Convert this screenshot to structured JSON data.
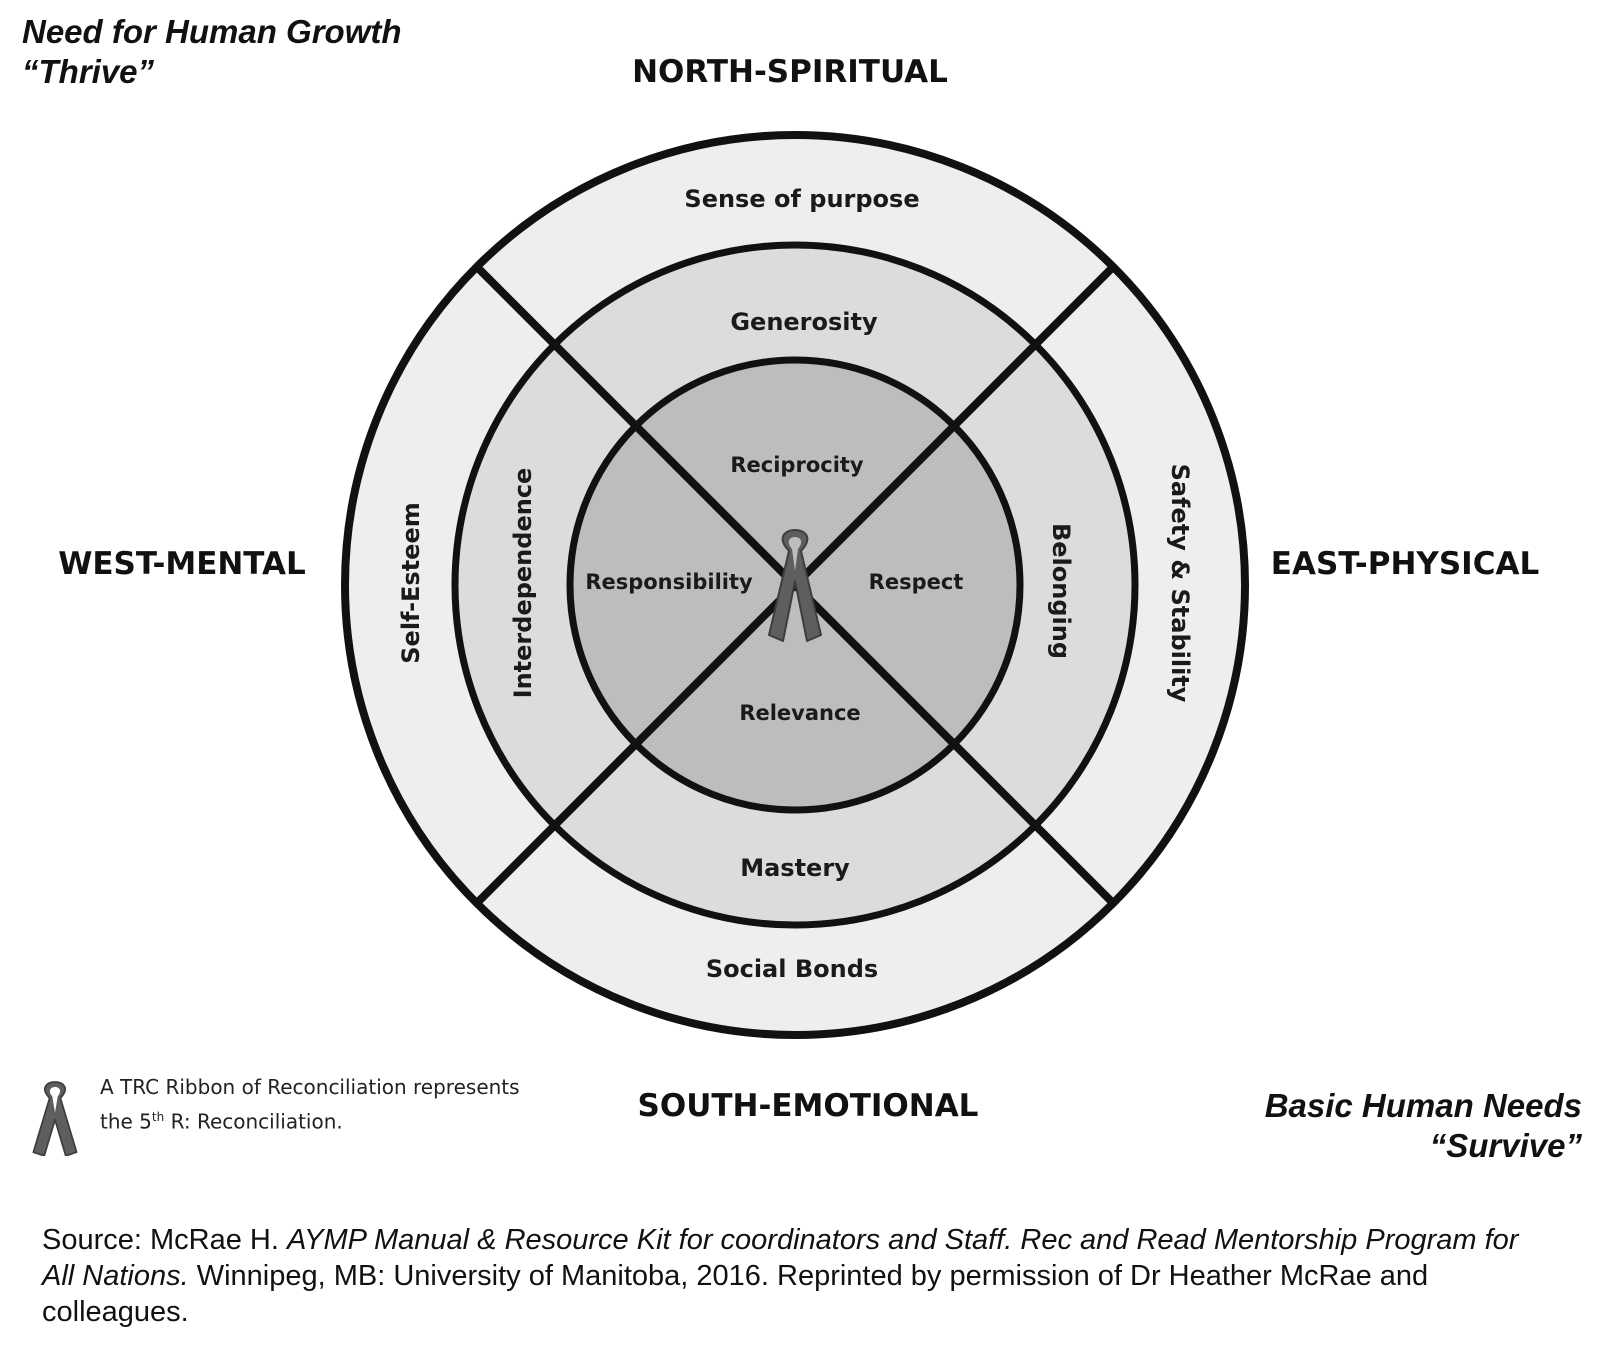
{
  "corners": {
    "top_left": {
      "line1": "Need for Human Growth",
      "line2": "“Thrive”"
    },
    "bottom_right": {
      "line1": "Basic Human Needs",
      "line2": "“Survive”"
    }
  },
  "directions": {
    "north": "NORTH-SPIRITUAL",
    "south": "SOUTH-EMOTIONAL",
    "west": "WEST-MENTAL",
    "east": "EAST-PHYSICAL"
  },
  "wheel": {
    "outer_ring": {
      "north": "Sense of purpose",
      "south": "Social Bonds",
      "west": "Self-Esteem",
      "east": "Safety & Stability"
    },
    "middle_ring": {
      "north": "Generosity",
      "south": "Mastery",
      "west": "Interdependence",
      "east": "Belonging"
    },
    "inner_circle": {
      "north": "Reciprocity",
      "south": "Relevance",
      "west": "Responsibility",
      "east": "Respect"
    },
    "ribbon_icon": "ribbon-icon"
  },
  "legend": {
    "icon": "ribbon-icon",
    "line1": "A TRC Ribbon of Reconciliation represents",
    "line2_prefix": "the 5",
    "line2_sup": "th",
    "line2_suffix": " R: Reconciliation."
  },
  "source": {
    "part1": "Source: McRae H. ",
    "part2_italic": "AYMP Manual & Resource Kit for coordinators and Staff. Rec and Read Mentorship Program for All Nations.",
    "part3": " Winnipeg, MB: University of Manitoba, 2016. Reprinted by permission of Dr Heather McRae and colleagues."
  },
  "colors": {
    "outer_ring": "#eeeeee",
    "middle_ring": "#dcdcdc",
    "inner_circle": "#bdbdbd",
    "stroke": "#111111",
    "ribbon": "#5e5e5e"
  }
}
